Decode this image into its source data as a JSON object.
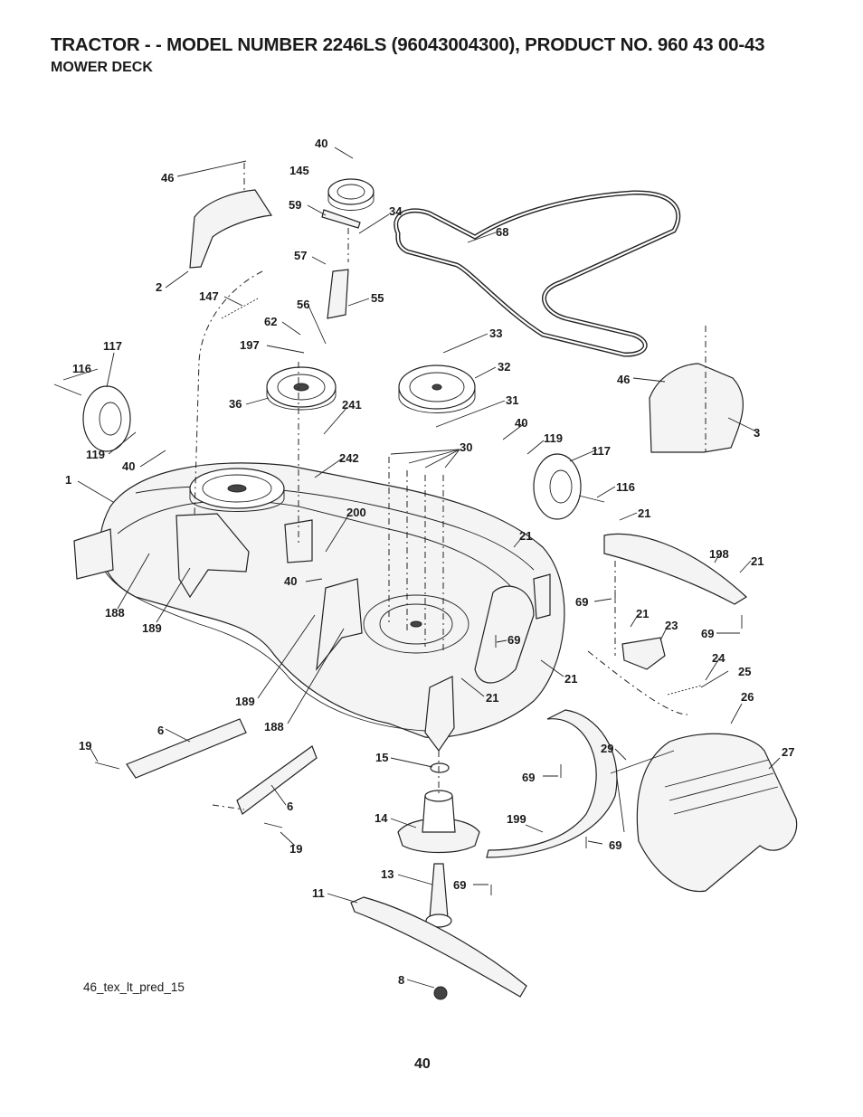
{
  "header": {
    "title": "TRACTOR - - MODEL NUMBER 2246LS (96043004300), PRODUCT NO. 960 43 00-43",
    "subtitle": "MOWER DECK"
  },
  "figure": {
    "caption": "46_tex_lt_pred_15",
    "callouts": [
      "40",
      "145",
      "46",
      "59",
      "34",
      "68",
      "57",
      "55",
      "2",
      "147",
      "56",
      "62",
      "197",
      "33",
      "117",
      "116",
      "32",
      "46",
      "36",
      "241",
      "31",
      "3",
      "40",
      "119",
      "117",
      "119",
      "40",
      "1",
      "30",
      "242",
      "116",
      "21",
      "200",
      "21",
      "198",
      "21",
      "40",
      "69",
      "188",
      "189",
      "21",
      "23",
      "69",
      "69",
      "24",
      "25",
      "189",
      "188",
      "21",
      "21",
      "26",
      "6",
      "19",
      "15",
      "29",
      "27",
      "69",
      "6",
      "14",
      "199",
      "19",
      "69",
      "13",
      "69",
      "11",
      "8"
    ]
  },
  "footer": {
    "page_number": "40"
  }
}
